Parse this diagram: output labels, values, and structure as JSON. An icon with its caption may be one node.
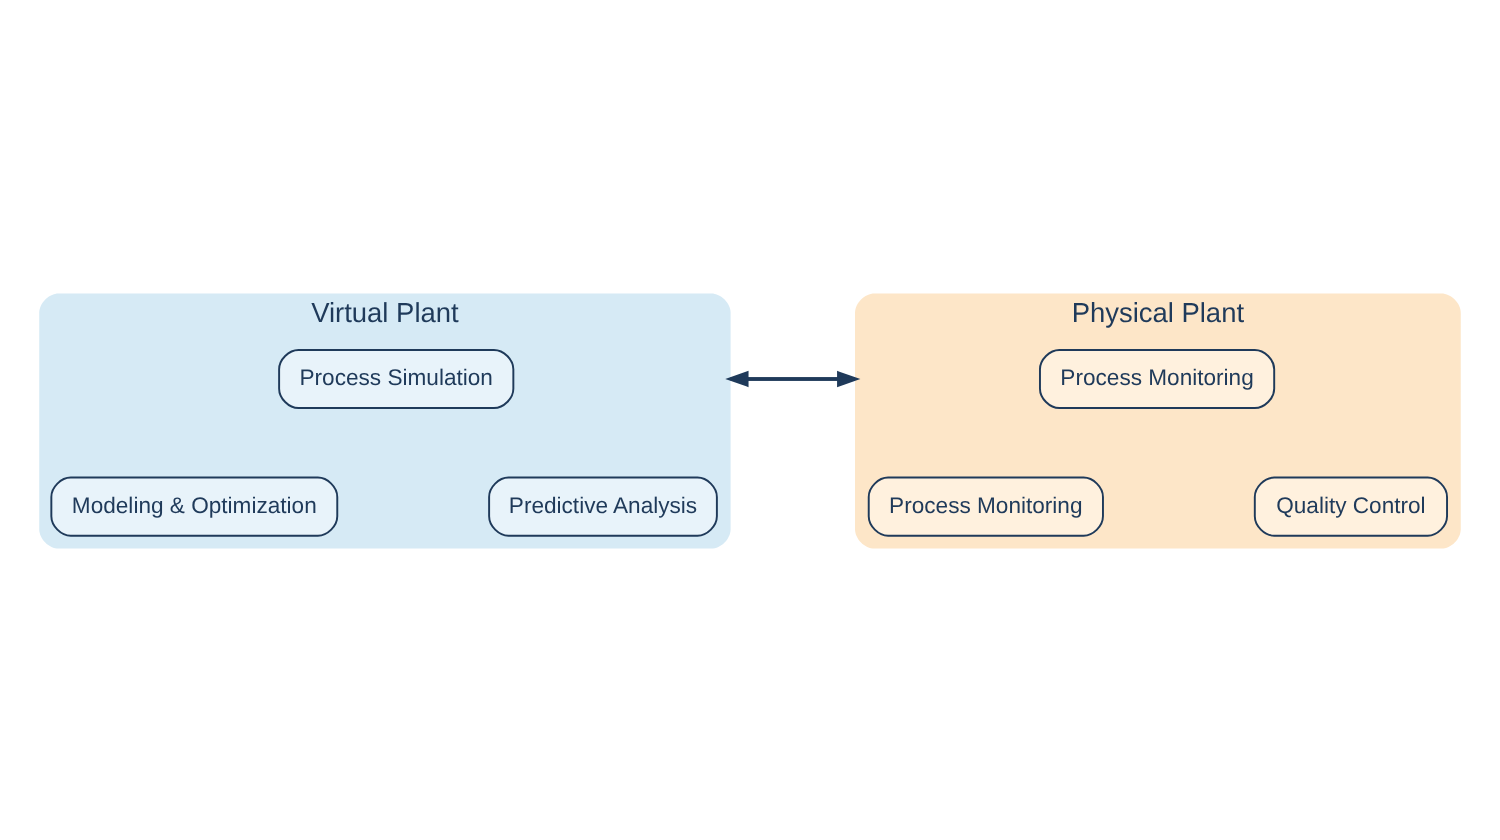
{
  "diagram": {
    "nodes": [
      {
        "text": [
          "Virtual Plant"
        ]
      },
      {
        "text": [
          "Process Simulation"
        ],
        "in": 0
      },
      {
        "text": [
          "Modeling & Optimization"
        ],
        "in": 0
      },
      {
        "text": [
          "Predictive Analysis"
        ],
        "in": 0
      },
      {
        "text": [
          "Physical Plant"
        ]
      },
      {
        "text": [
          "Process Monitoring"
        ],
        "in": 4
      },
      {
        "text": [
          "Process Monitoring"
        ],
        "in": 4
      },
      {
        "text": [
          "Quality Control"
        ],
        "in": 4
      }
    ],
    "edges": [
      {
        "from": 0,
        "to": 4,
        "arrow": "to"
      },
      {
        "from": 4,
        "to": 0,
        "arrow": "to"
      }
    ]
  }
}
